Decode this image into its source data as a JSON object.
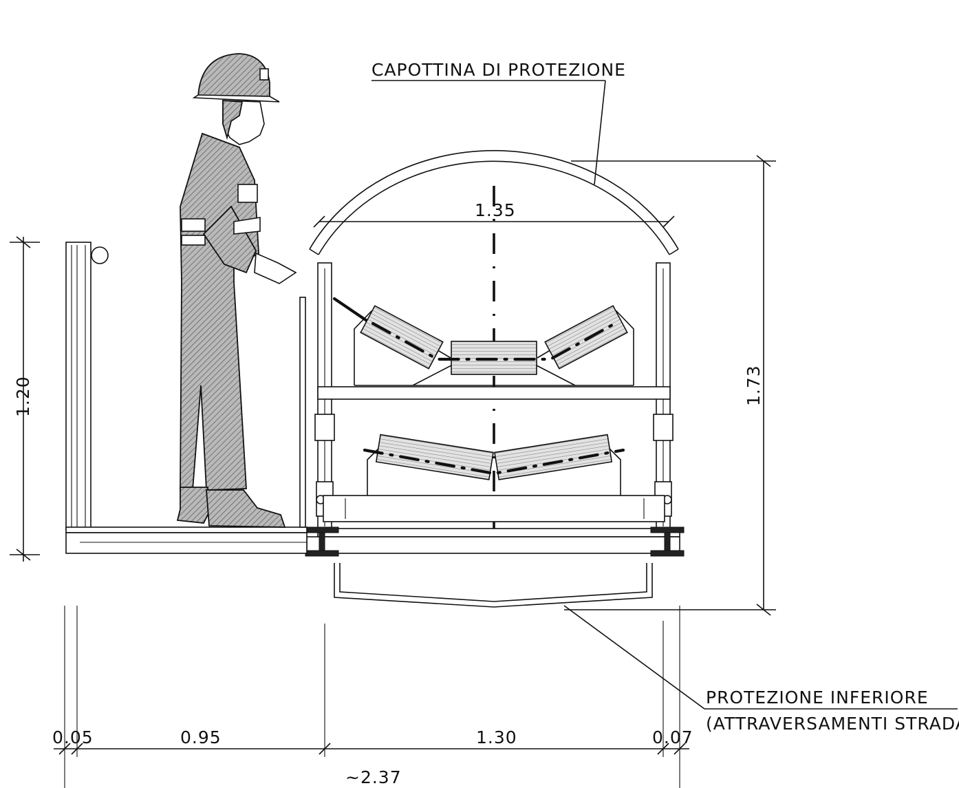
{
  "labels": {
    "roof_cover": "CAPOTTINA DI PROTEZIONE",
    "bottom_guard_line1": "PROTEZIONE INFERIORE",
    "bottom_guard_line2": "(ATTRAVERSAMENTI STRADALI)"
  },
  "dimensions": {
    "roof_width": "1.35",
    "total_height": "1.73",
    "walkway_height": "1.20",
    "railing_offset": "0.05",
    "walkway_width": "0.95",
    "conveyor_width": "1.30",
    "side_clearance": "0.07",
    "overall_width": "~2.37"
  }
}
